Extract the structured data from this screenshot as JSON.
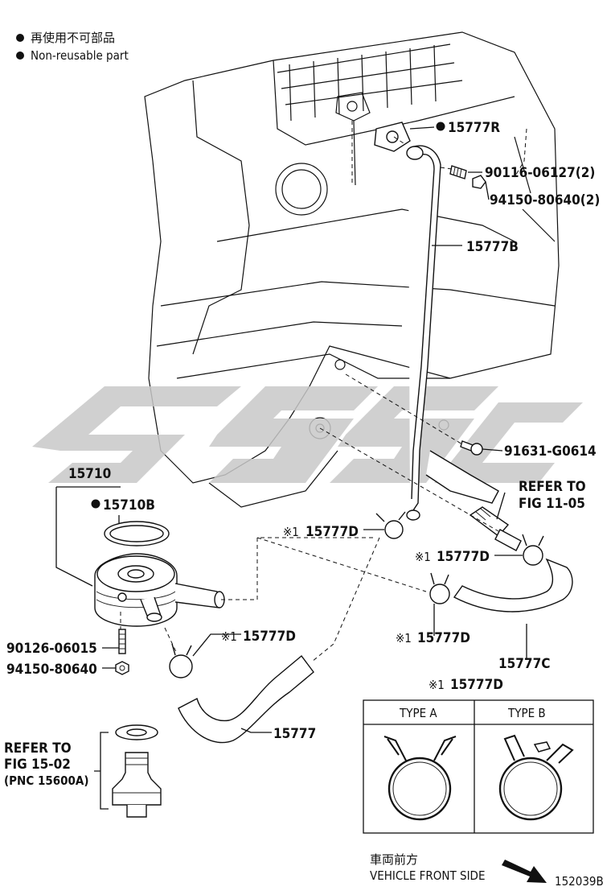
{
  "legend": {
    "jp": "再使用不可部品",
    "en": "Non-reusable part"
  },
  "labels": {
    "p15777R": "15777R",
    "p90116": "90116-06127(2)",
    "p94150_2": "94150-80640(2)",
    "p15777B": "15777B",
    "p91631": "91631-G0614",
    "refer1105_a": "REFER TO",
    "refer1105_b": "FIG 11-05",
    "p15710": "15710",
    "p15710B": "15710B",
    "p15777D_1": "15777D",
    "p15777D_2": "15777D",
    "p15777D_3": "15777D",
    "p15777D_4": "15777D",
    "p15777D_5": "15777D",
    "p90126": "90126-06015",
    "p94150": "94150-80640",
    "p15777C": "15777C",
    "p15777": "15777",
    "refer1502_a": "REFER TO",
    "refer1502_b": "FIG 15-02",
    "refer1502_c": "(PNC 15600A)",
    "mark": "※1"
  },
  "types": {
    "a": "TYPE A",
    "b": "TYPE B"
  },
  "footer": {
    "jp": "車両前方",
    "en": "VEHICLE FRONT SIDE",
    "code": "152039B"
  }
}
